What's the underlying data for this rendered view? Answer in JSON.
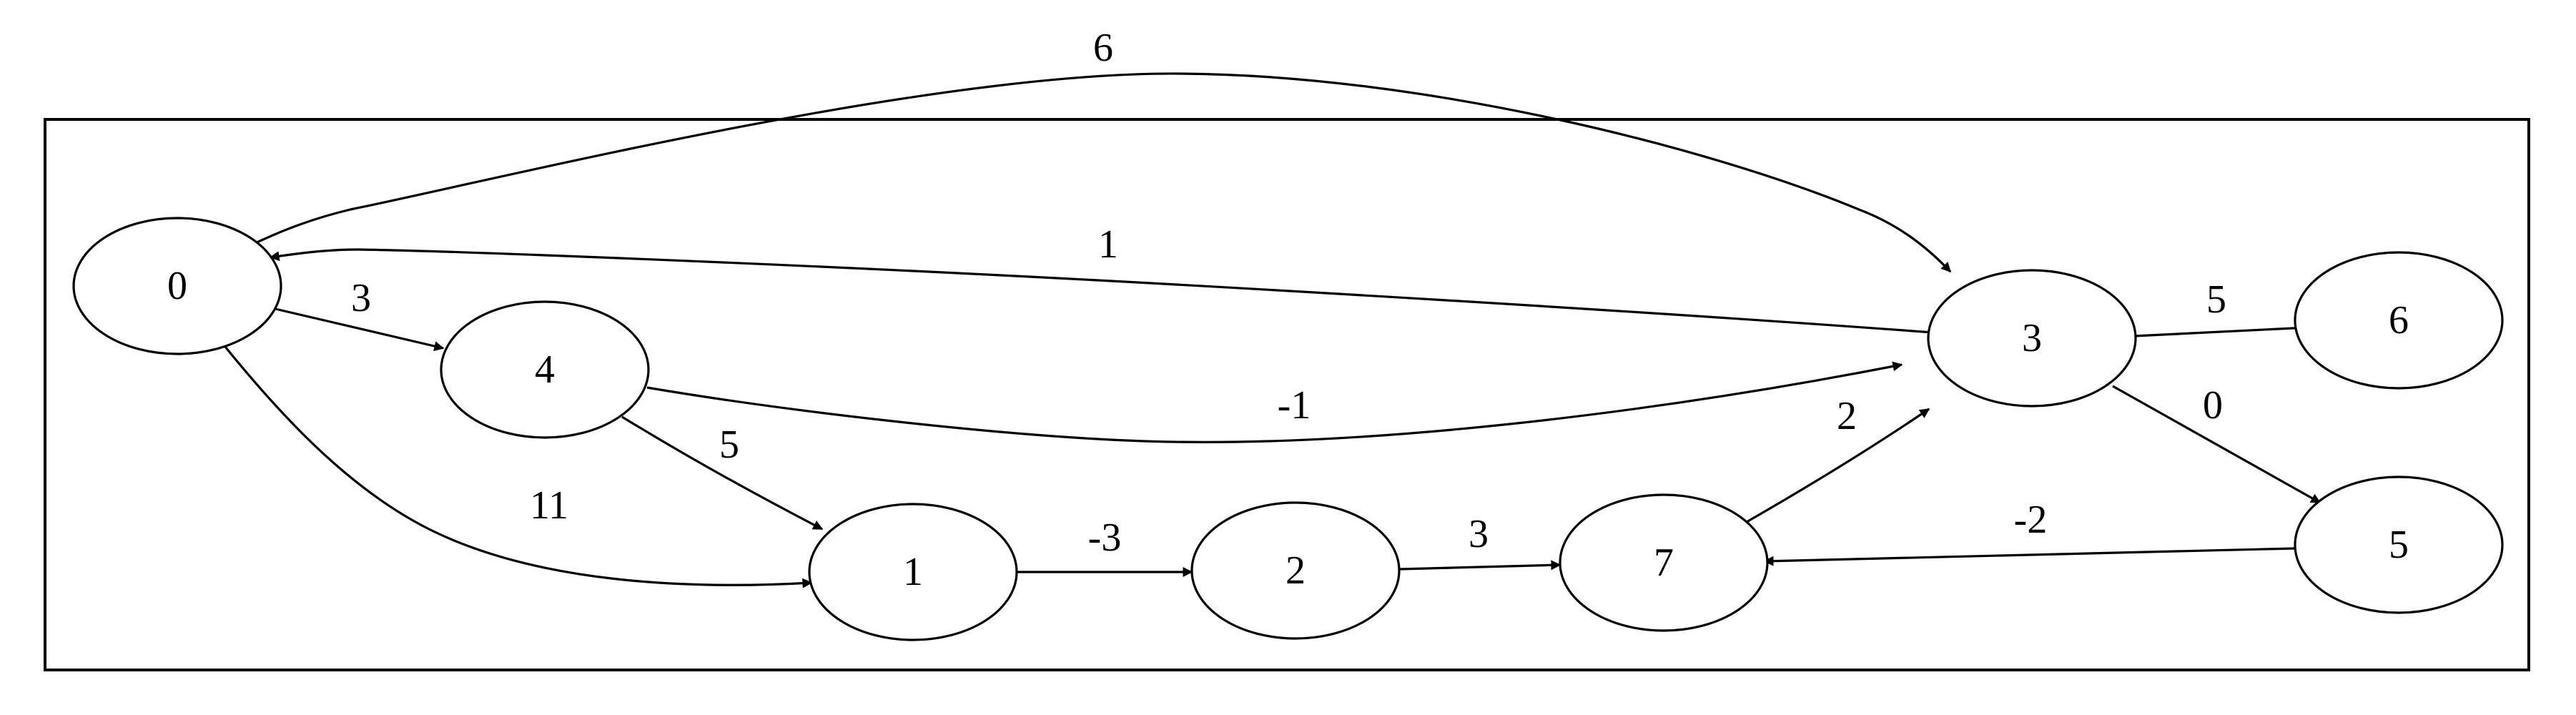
{
  "graph": {
    "nodes": [
      {
        "id": "n0",
        "label": "0"
      },
      {
        "id": "n4",
        "label": "4"
      },
      {
        "id": "n1",
        "label": "1"
      },
      {
        "id": "n2",
        "label": "2"
      },
      {
        "id": "n7",
        "label": "7"
      },
      {
        "id": "n3",
        "label": "3"
      },
      {
        "id": "n6",
        "label": "6"
      },
      {
        "id": "n5",
        "label": "5"
      }
    ],
    "edges": [
      {
        "id": "e0-3",
        "from": "0",
        "to": "3",
        "label": "6"
      },
      {
        "id": "e3-0",
        "from": "3",
        "to": "0",
        "label": "1"
      },
      {
        "id": "e0-4",
        "from": "0",
        "to": "4",
        "label": "3"
      },
      {
        "id": "e0-1",
        "from": "0",
        "to": "1",
        "label": "11"
      },
      {
        "id": "e4-3",
        "from": "4",
        "to": "3",
        "label": "-1"
      },
      {
        "id": "e4-1",
        "from": "4",
        "to": "1",
        "label": "5"
      },
      {
        "id": "e1-2",
        "from": "1",
        "to": "2",
        "label": "-3"
      },
      {
        "id": "e2-7",
        "from": "2",
        "to": "7",
        "label": "3"
      },
      {
        "id": "e7-3",
        "from": "7",
        "to": "3",
        "label": "2"
      },
      {
        "id": "e3-6",
        "from": "3",
        "to": "6",
        "label": "5"
      },
      {
        "id": "e3-5",
        "from": "3",
        "to": "5",
        "label": "0"
      },
      {
        "id": "e5-7",
        "from": "5",
        "to": "7",
        "label": "-2"
      }
    ]
  }
}
